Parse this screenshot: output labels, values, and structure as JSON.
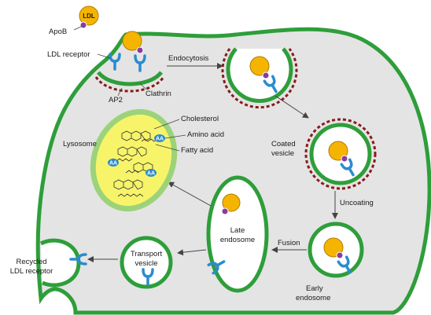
{
  "labels": {
    "ldl": "LDL",
    "apob": "ApoB",
    "ldl_receptor": "LDL receptor",
    "ap2": "AP2",
    "clathrin": "Clathrin",
    "endocytosis": "Endocytosis",
    "coated_vesicle_1": "Coated",
    "coated_vesicle_2": "vesicle",
    "uncoating": "Uncoating",
    "fusion": "Fusion",
    "early_endosome_1": "Early",
    "early_endosome_2": "endosome",
    "late_endosome_1": "Late",
    "late_endosome_2": "endosome",
    "transport_vesicle_1": "Transport",
    "transport_vesicle_2": "vesicle",
    "recycled_receptor_1": "Recycled",
    "recycled_receptor_2": "LDL receptor",
    "lysosome": "Lysosome",
    "cholesterol": "Cholesterol",
    "amino_acid": "Amino acid",
    "fatty_acid": "Fatty acid",
    "aa": "AA"
  },
  "colors": {
    "membrane": "#2e9e3a",
    "cytoplasm": "#e4e4e4",
    "ldl_core": "#f5b400",
    "apob": "#8a3aa0",
    "receptor": "#2a8ccf",
    "clathrin": "#8b1a1a",
    "lysosome_fill": "#f7f46a",
    "lysosome_ring": "#9cd37a",
    "amino_acid": "#2a8ccf"
  }
}
